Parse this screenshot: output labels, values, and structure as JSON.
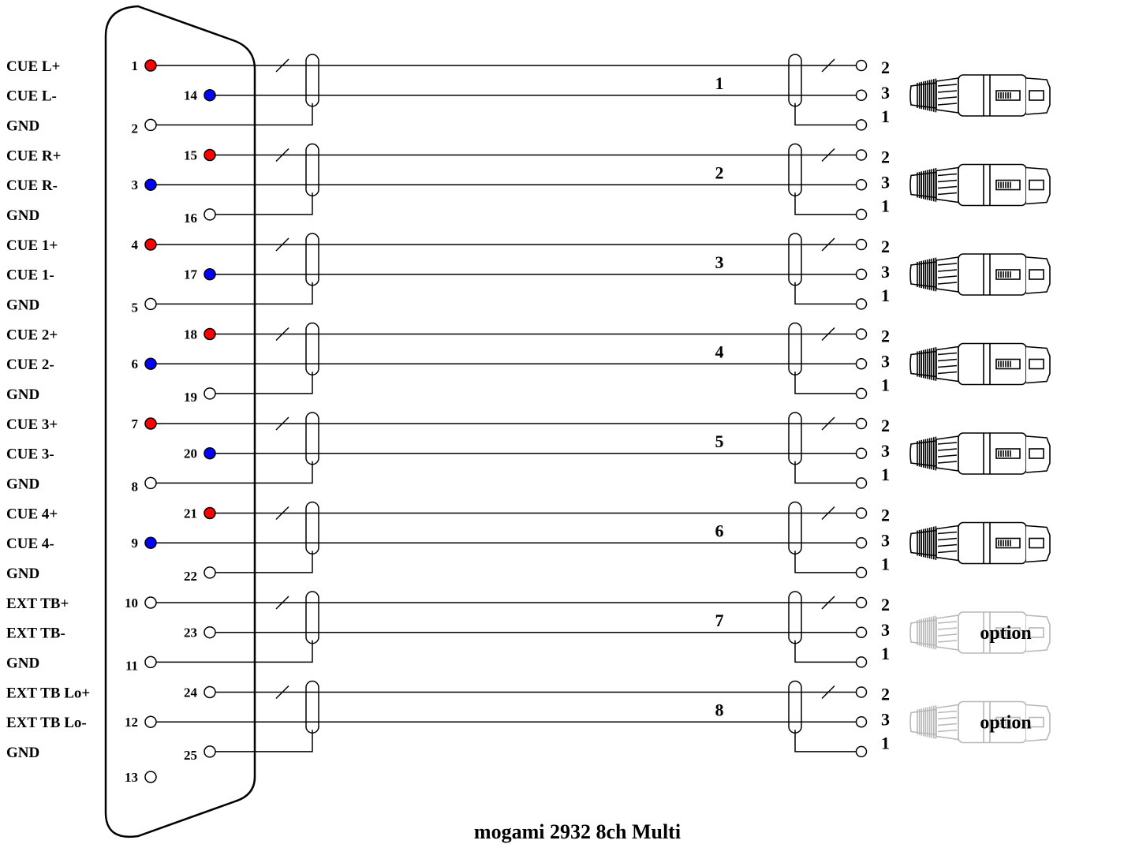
{
  "title": "mogami 2932 8ch Multi",
  "colors": {
    "hot_pin": "#ff0000",
    "cold_pin": "#0000ff",
    "wire": "#000000",
    "option_connector": "#b8b8b8"
  },
  "channels": [
    {
      "number": "1",
      "signals": [
        "CUE L+",
        "CUE L-",
        "GND"
      ],
      "pins": [
        {
          "num": "1",
          "color": "red"
        },
        {
          "num": "14",
          "color": "blue"
        },
        {
          "num": "2",
          "color": "white"
        }
      ],
      "xlr_pins": [
        "2",
        "3",
        "1"
      ],
      "connector": "xlr-female-icon",
      "option_label": ""
    },
    {
      "number": "2",
      "signals": [
        "CUE R+",
        "CUE R-",
        "GND"
      ],
      "pins": [
        {
          "num": "15",
          "color": "red"
        },
        {
          "num": "3",
          "color": "blue"
        },
        {
          "num": "16",
          "color": "white"
        }
      ],
      "xlr_pins": [
        "2",
        "3",
        "1"
      ],
      "connector": "xlr-female-icon",
      "option_label": ""
    },
    {
      "number": "3",
      "signals": [
        "CUE 1+",
        "CUE 1-",
        "GND"
      ],
      "pins": [
        {
          "num": "4",
          "color": "red"
        },
        {
          "num": "17",
          "color": "blue"
        },
        {
          "num": "5",
          "color": "white"
        }
      ],
      "xlr_pins": [
        "2",
        "3",
        "1"
      ],
      "connector": "xlr-female-icon",
      "option_label": ""
    },
    {
      "number": "4",
      "signals": [
        "CUE 2+",
        "CUE 2-",
        "GND"
      ],
      "pins": [
        {
          "num": "18",
          "color": "red"
        },
        {
          "num": "6",
          "color": "blue"
        },
        {
          "num": "19",
          "color": "white"
        }
      ],
      "xlr_pins": [
        "2",
        "3",
        "1"
      ],
      "connector": "xlr-female-icon",
      "option_label": ""
    },
    {
      "number": "5",
      "signals": [
        "CUE 3+",
        "CUE 3-",
        "GND"
      ],
      "pins": [
        {
          "num": "7",
          "color": "red"
        },
        {
          "num": "20",
          "color": "blue"
        },
        {
          "num": "8",
          "color": "white"
        }
      ],
      "xlr_pins": [
        "2",
        "3",
        "1"
      ],
      "connector": "xlr-female-icon",
      "option_label": ""
    },
    {
      "number": "6",
      "signals": [
        "CUE 4+",
        "CUE 4-",
        "GND"
      ],
      "pins": [
        {
          "num": "21",
          "color": "red"
        },
        {
          "num": "9",
          "color": "blue"
        },
        {
          "num": "22",
          "color": "white"
        }
      ],
      "xlr_pins": [
        "2",
        "3",
        "1"
      ],
      "connector": "xlr-female-icon",
      "option_label": ""
    },
    {
      "number": "7",
      "signals": [
        "EXT TB+",
        "EXT TB-",
        "GND"
      ],
      "pins": [
        {
          "num": "10",
          "color": "white"
        },
        {
          "num": "23",
          "color": "white"
        },
        {
          "num": "11",
          "color": "white"
        }
      ],
      "xlr_pins": [
        "2",
        "3",
        "1"
      ],
      "connector": "xlr-female-option-icon",
      "option_label": "option"
    },
    {
      "number": "8",
      "signals": [
        "EXT TB Lo+",
        "EXT TB Lo-",
        "GND"
      ],
      "pins": [
        {
          "num": "24",
          "color": "white"
        },
        {
          "num": "12",
          "color": "white"
        },
        {
          "num": "25",
          "color": "white"
        }
      ],
      "xlr_pins": [
        "2",
        "3",
        "1"
      ],
      "connector": "xlr-female-option-icon",
      "option_label": "option"
    }
  ],
  "spare_pin": {
    "num": "13",
    "color": "white"
  }
}
